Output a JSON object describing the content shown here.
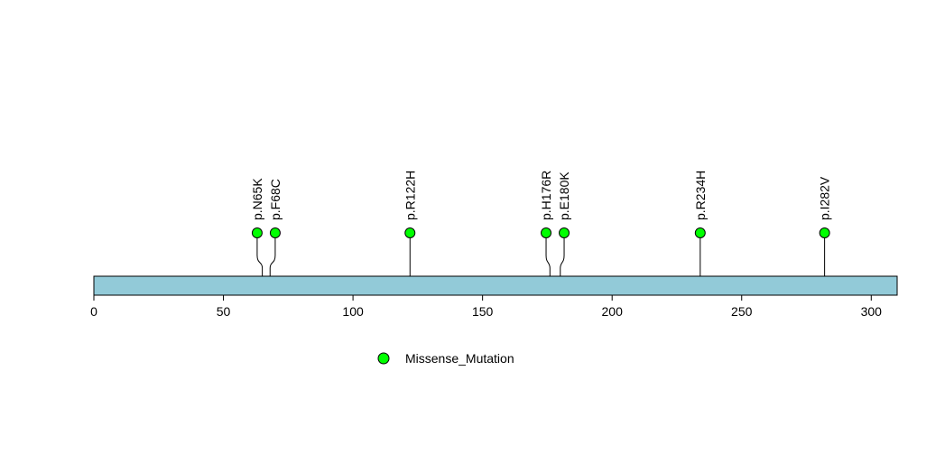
{
  "chart_data": {
    "type": "lollipop",
    "x_axis": {
      "range": [
        0,
        310
      ],
      "ticks": [
        0,
        50,
        100,
        150,
        200,
        250,
        300
      ]
    },
    "protein_length": 310,
    "mutations": [
      {
        "label": "p.N65K",
        "position": 65,
        "variant_class": "Missense_Mutation"
      },
      {
        "label": "p.F68C",
        "position": 68,
        "variant_class": "Missense_Mutation"
      },
      {
        "label": "p.R122H",
        "position": 122,
        "variant_class": "Missense_Mutation"
      },
      {
        "label": "p.H176R",
        "position": 176,
        "variant_class": "Missense_Mutation"
      },
      {
        "label": "p.E180K",
        "position": 180,
        "variant_class": "Missense_Mutation"
      },
      {
        "label": "p.R234H",
        "position": 234,
        "variant_class": "Missense_Mutation"
      },
      {
        "label": "p.I282V",
        "position": 282,
        "variant_class": "Missense_Mutation"
      }
    ],
    "legend": [
      {
        "label": "Missense_Mutation",
        "color": "#00ff00"
      }
    ],
    "colors": {
      "protein_bar": "#92cad8",
      "mutation_point": "#00ff00",
      "stem": "#000000"
    }
  }
}
